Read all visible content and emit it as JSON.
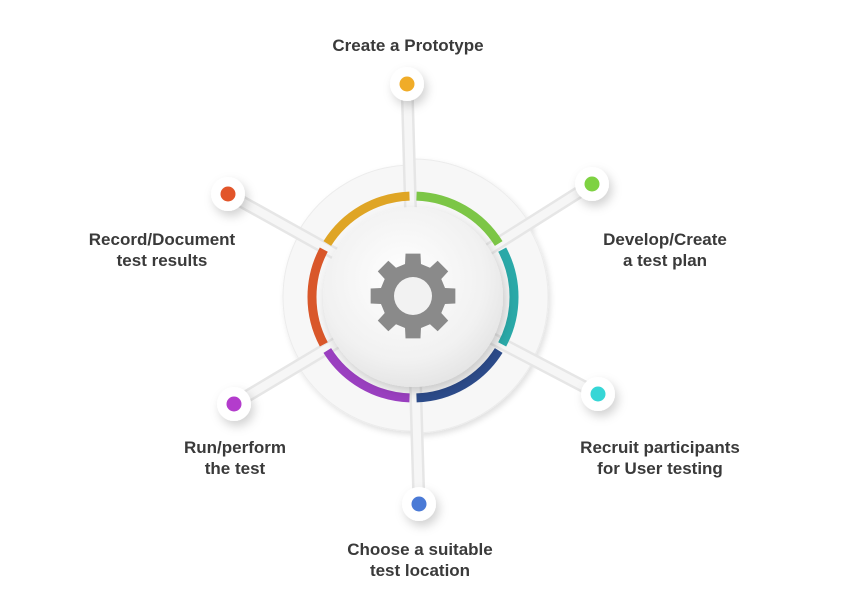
{
  "diagram": {
    "center_icon": "gear-icon",
    "steps": [
      {
        "id": "top",
        "label": "Create a Prototype",
        "color": "#f0ac28"
      },
      {
        "id": "tr",
        "label": "Develop/Create\na test plan",
        "color": "#7ed242"
      },
      {
        "id": "br",
        "label": "Recruit participants\nfor User testing",
        "color": "#36d6d6"
      },
      {
        "id": "bottom",
        "label": "Choose a suitable\ntest location",
        "color": "#4a7ad6"
      },
      {
        "id": "bl",
        "label": "Run/perform\nthe test",
        "color": "#b33ccc"
      },
      {
        "id": "tl",
        "label": "Record/Document\ntest results",
        "color": "#e2552a"
      }
    ],
    "ring_colors": {
      "gold": "#dfa525",
      "green": "#7cc646",
      "teal": "#2aa9a8",
      "navy": "#2c4b8a",
      "purple": "#9a3fc0",
      "orange": "#d9572a"
    }
  }
}
